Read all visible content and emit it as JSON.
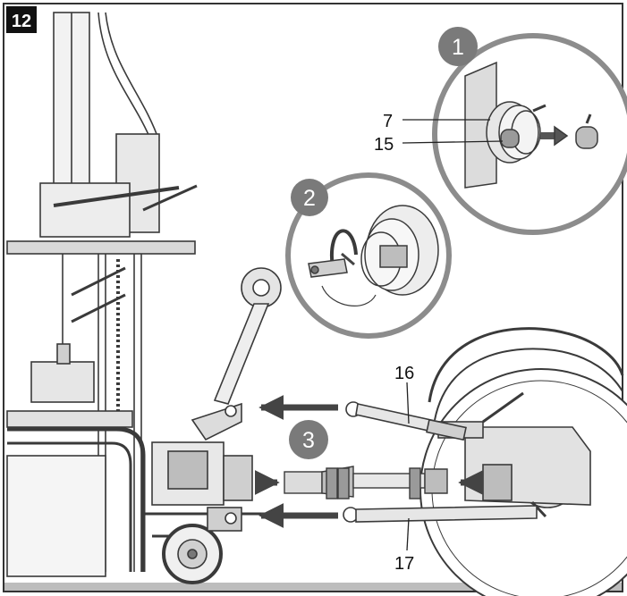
{
  "figure": {
    "number": "12",
    "steps": [
      "1",
      "2",
      "3"
    ],
    "callouts": [
      "7",
      "15",
      "16",
      "17"
    ]
  },
  "colors": {
    "frame": "#333333",
    "line": "#3a3a3a",
    "gray_light": "#d6d6d6",
    "gray_mid": "#9a9a9a",
    "gray_dark": "#6b6b6b",
    "badge_fill": "#7a7a7a",
    "circle_stroke": "#8c8c8c",
    "arrow": "#444444"
  }
}
